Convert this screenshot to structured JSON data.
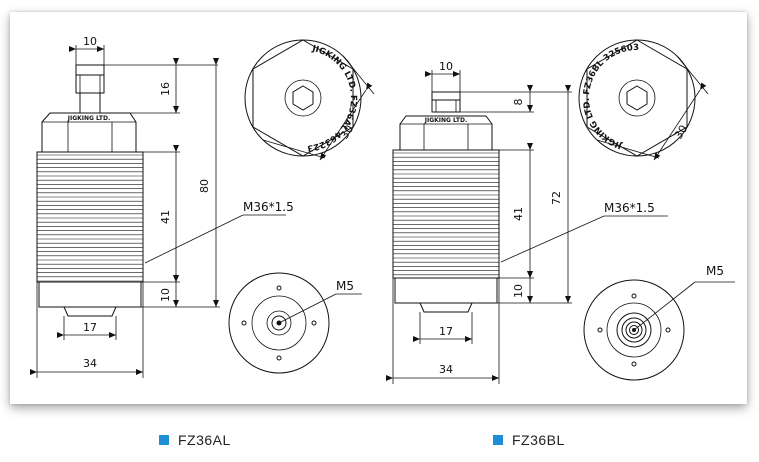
{
  "accent_color": "#1e8fd6",
  "left": {
    "dims": {
      "d10": "10",
      "d16": "16",
      "d80": "80",
      "d41": "41",
      "d10b": "10",
      "d17": "17",
      "d34": "34",
      "d30": "30"
    },
    "thread_label": "M36*1.5",
    "bolt_label": "M5",
    "housing_text": "JIGKING LTD.",
    "face_ring_text": "JIGKING LTD.   FZ36AL  463223",
    "legend": "FZ36AL"
  },
  "right": {
    "dims": {
      "d10": "10",
      "d8": "8",
      "d72": "72",
      "d41": "41",
      "d10b": "10",
      "d17": "17",
      "d34": "34",
      "d30": "30"
    },
    "thread_label": "M36*1.5",
    "bolt_label": "M5",
    "housing_text": "JIGKING LTD.",
    "face_ring_text": "JIGKING LTD.   FZ36BL  325603",
    "legend": "FZ36BL"
  }
}
